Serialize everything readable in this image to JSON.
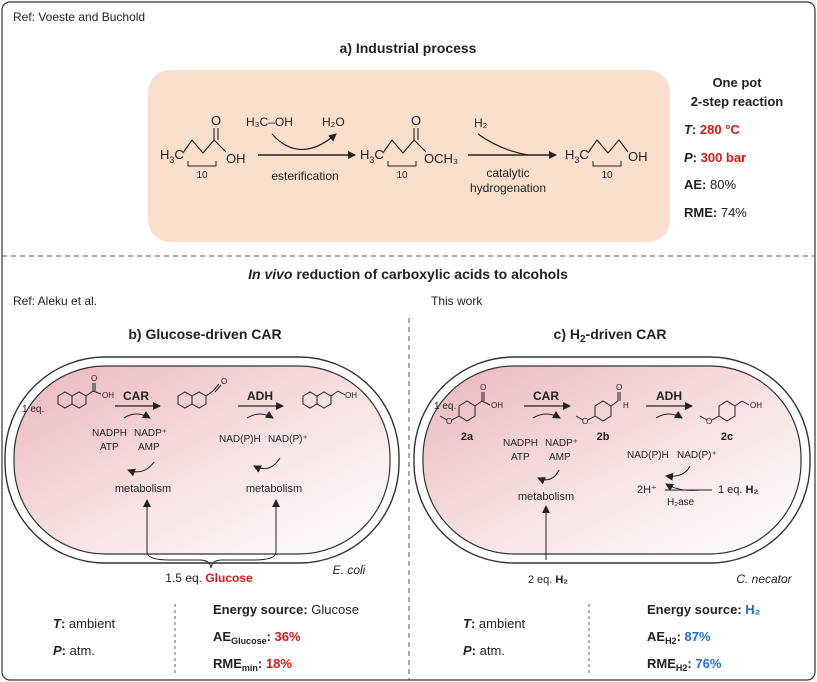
{
  "ref_top": "Ref: Voeste and Buchold",
  "panel_a": {
    "title": "a) Industrial process",
    "start": {
      "main": "H",
      "sub1": "3",
      "c": "C",
      "sub2": "10",
      "oh": "OH",
      "o": "O"
    },
    "meoh": "H₃C–OH",
    "water": "H₂O",
    "step1": "esterification",
    "ester": {
      "o": "O",
      "och3": "OCH₃",
      "sub": "10"
    },
    "h2": "H₂",
    "step2_line1": "catalytic",
    "step2_line2": "hydrogenation",
    "product": {
      "oh": "OH",
      "sub": "10"
    },
    "side": {
      "title1": "One pot",
      "title2": "2-step reaction",
      "t_label": "T",
      "t_value": "280 °C",
      "p_label": "P",
      "p_value": "300 bar",
      "ae_label": "AE:",
      "ae_value": "80%",
      "rme_label": "RME:",
      "rme_value": "74%"
    }
  },
  "section_title_italic": "In vivo",
  "section_title_rest": " reduction of carboxylic acids to alcohols",
  "ref_left": "Ref: Aleku et al.",
  "this_work": "This work",
  "panel_b": {
    "title": "b) Glucose-driven CAR",
    "eq": "1 eq.",
    "car": "CAR",
    "adh": "ADH",
    "cof1_a": "NADPH",
    "cof1_b": "NADP⁺",
    "cof1_c": "ATP",
    "cof1_d": "AMP",
    "cof2_a": "NAD(P)H",
    "cof2_b": "NAD(P)⁺",
    "metab1": "metabolism",
    "metab2": "metabolism",
    "organism": "E. coli",
    "glucose_eq": "1.5 eq. ",
    "glucose": "Glucose",
    "t_label": "T",
    "t_value": "ambient",
    "p_label": "P",
    "p_value": "atm.",
    "energy_label": "Energy source:",
    "energy_value": "Glucose",
    "ae_label": "AE",
    "ae_sub": "Glucose",
    "ae_value": "36%",
    "rme_label": "RME",
    "rme_sub": "min",
    "rme_value": "18%"
  },
  "panel_c": {
    "title_pre": "c) H",
    "title_sub": "2",
    "title_post": "-driven CAR",
    "eq": "1 eq.",
    "car": "CAR",
    "adh": "ADH",
    "lab_2a": "2a",
    "lab_2b": "2b",
    "lab_2c": "2c",
    "cof1_a": "NADPH",
    "cof1_b": "NADP⁺",
    "cof1_c": "ATP",
    "cof1_d": "AMP",
    "cof2_a": "NAD(P)H",
    "cof2_b": "NAD(P)⁺",
    "protons": "2H⁺",
    "h2ase": "H₂ase",
    "h2_eq1": "1 eq. ",
    "h2_1": "H₂",
    "metab": "metabolism",
    "organism": "C. necator",
    "h2_eq2": "2 eq. ",
    "h2_2": "H₂",
    "t_label": "T",
    "t_value": "ambient",
    "p_label": "P",
    "p_value": "atm.",
    "energy_label": "Energy source:",
    "energy_value": "H₂",
    "ae_label": "AE",
    "ae_sub": "H2",
    "ae_value": "87%",
    "rme_label": "RME",
    "rme_sub": "H2",
    "rme_value": "76%"
  },
  "colors": {
    "panel_a_fill": "#fbdfcd",
    "cell_fill": "#f4c9cc",
    "highlight_red": "#d7191c",
    "highlight_blue": "#1f6fc9"
  }
}
